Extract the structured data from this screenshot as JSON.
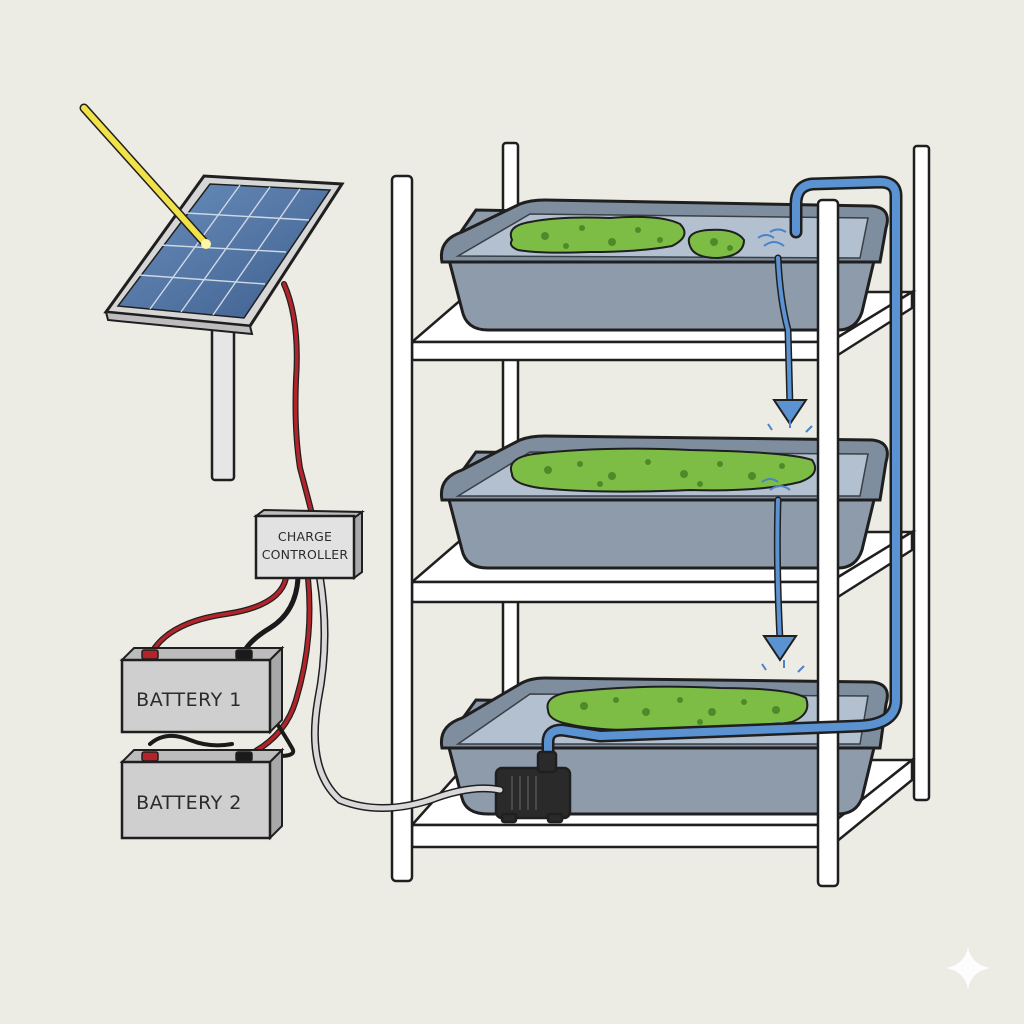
{
  "labels": {
    "charge_controller_line1": "CHARGE",
    "charge_controller_line2": "CONTROLLER",
    "battery_1": "BATTERY 1",
    "battery_2": "BATTERY 2"
  },
  "colors": {
    "background": "#ecebe4",
    "frame": "#ffffff",
    "outline": "#1f1f1f",
    "tray": "#8a98a8",
    "water": "#a9b7c6",
    "algae": "#7dbd46",
    "pipe": "#5b93d2",
    "wire_red": "#b3242a",
    "wire_black": "#1a1a1a",
    "wire_gray": "#c9c9c9",
    "sun_ray": "#f2e24a",
    "solar_cell": "#4a6fa0",
    "battery": "#cfcfcf",
    "controller": "#e2e2e2"
  },
  "icons": {
    "sparkle": "sparkle-icon"
  }
}
